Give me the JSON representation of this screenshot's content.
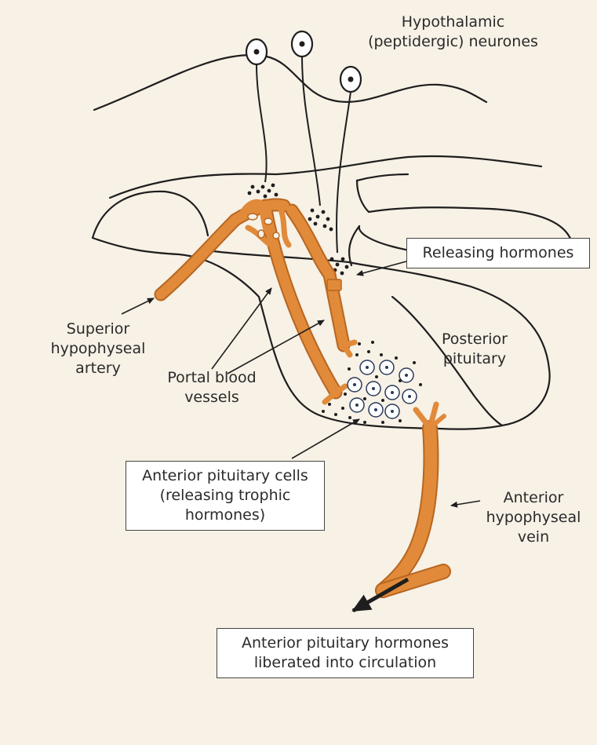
{
  "colors": {
    "background": "#f7f1e6",
    "vessel": "#e08a3a",
    "vessel_edge": "#b86620",
    "line": "#1e1e1e"
  },
  "labels": {
    "hypothalamic_neurones": "Hypothalamic\n(peptidergic) neurones",
    "releasing_hormones": "Releasing hormones",
    "superior_hypophyseal_artery": "Superior\nhypophyseal\nartery",
    "portal_blood_vessels": "Portal blood\nvessels",
    "posterior_pituitary": "Posterior\npituitary",
    "anterior_pituitary_cells": "Anterior pituitary cells\n(releasing trophic\nhormones)",
    "anterior_hypophyseal_vein": "Anterior\nhypophyseal\nvein",
    "anterior_pituitary_hormones": "Anterior pituitary hormones\nliberated into circulation"
  }
}
